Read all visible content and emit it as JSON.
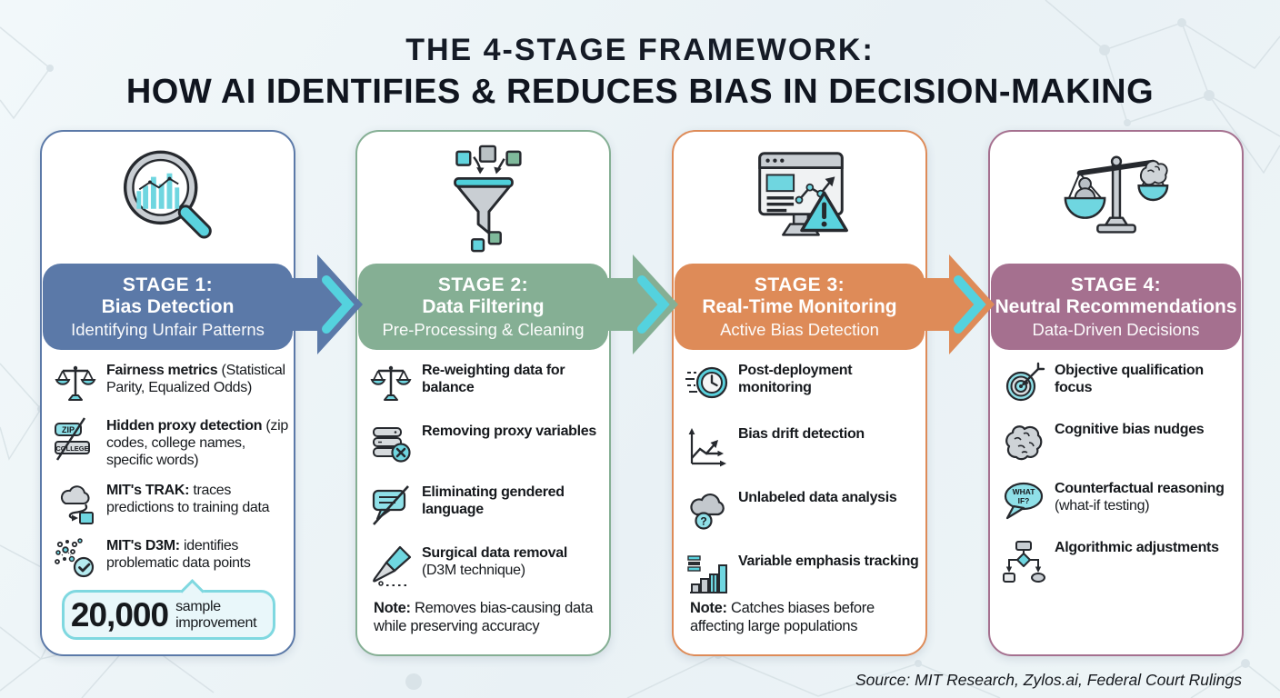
{
  "title": {
    "line1": "THE 4-STAGE FRAMEWORK:",
    "line2": "HOW AI IDENTIFIES & REDUCES BIAS IN DECISION-MAKING"
  },
  "source": "Source: MIT Research, Zylos.ai, Federal Court Rulings",
  "colors": {
    "stage1": "#5b79a8",
    "stage2": "#85af94",
    "stage3": "#de8b58",
    "stage4": "#a5708f",
    "teal_accent": "#54d2de",
    "background": "#edf4f6",
    "card_background": "#ffffff"
  },
  "stages": [
    {
      "top_icon": "magnifier-bar-chart-icon",
      "banner": {
        "stage_label": "STAGE 1:",
        "name": "Bias Detection",
        "subtitle": "Identifying Unfair Patterns"
      },
      "items": [
        {
          "icon": "balance-scale-icon",
          "strong": "Fairness metrics",
          "rest": "(Statistical Parity, Equalized Odds)"
        },
        {
          "icon": "zip-college-tags-crossed-icon",
          "icon_text1": "ZIP",
          "icon_text2": "COLLEGE",
          "strong": "Hidden proxy detection",
          "rest": "(zip codes, college names, specific words)"
        },
        {
          "icon": "cloud-to-data-arrow-icon",
          "strong": "MIT's TRAK:",
          "rest": "traces predictions to training data"
        },
        {
          "icon": "data-points-check-icon",
          "strong": "MIT's D3M:",
          "rest": "identifies problematic data points"
        }
      ],
      "badge": {
        "value": "20,000",
        "label": "sample improvement"
      }
    },
    {
      "top_icon": "funnel-icon",
      "banner": {
        "stage_label": "STAGE 2:",
        "name": "Data Filtering",
        "subtitle": "Pre-Processing & Cleaning"
      },
      "items": [
        {
          "icon": "balance-scale-icon",
          "strong": "Re-weighting data for balance",
          "rest": ""
        },
        {
          "icon": "database-remove-icon",
          "strong": "Removing proxy variables",
          "rest": ""
        },
        {
          "icon": "speech-bubble-crossed-icon",
          "strong": "Eliminating gendered language",
          "rest": ""
        },
        {
          "icon": "scalpel-icon",
          "strong": "Surgical data removal",
          "rest": "(D3M technique)"
        }
      ],
      "note": {
        "strong": "Note:",
        "rest": "Removes bias-causing data while preserving accuracy"
      }
    },
    {
      "top_icon": "monitor-dashboard-warning-icon",
      "banner": {
        "stage_label": "STAGE 3:",
        "name": "Real-Time Monitoring",
        "subtitle": "Active Bias Detection"
      },
      "items": [
        {
          "icon": "clock-speed-icon",
          "strong": "Post-deployment monitoring",
          "rest": ""
        },
        {
          "icon": "drift-chart-arrows-icon",
          "strong": "Bias drift detection",
          "rest": ""
        },
        {
          "icon": "cloud-question-icon",
          "icon_text": "?",
          "strong": "Unlabeled data analysis",
          "rest": ""
        },
        {
          "icon": "bar-chart-tracking-icon",
          "strong": "Variable emphasis tracking",
          "rest": ""
        }
      ],
      "note": {
        "strong": "Note:",
        "rest": "Catches biases before affecting large populations"
      }
    },
    {
      "top_icon": "scale-person-ai-icon",
      "banner": {
        "stage_label": "STAGE 4:",
        "name": "Neutral Recommendations",
        "subtitle": "Data-Driven Decisions"
      },
      "items": [
        {
          "icon": "target-arrow-icon",
          "strong": "Objective qualification focus",
          "rest": ""
        },
        {
          "icon": "brain-icon",
          "strong": "Cognitive bias nudges",
          "rest": ""
        },
        {
          "icon": "what-if-bubble-icon",
          "icon_text1": "WHAT",
          "icon_text2": "IF?",
          "strong": "Counterfactual reasoning",
          "rest": "(what-if testing)"
        },
        {
          "icon": "flowchart-icon",
          "strong": "Algorithmic adjustments",
          "rest": ""
        }
      ]
    }
  ]
}
